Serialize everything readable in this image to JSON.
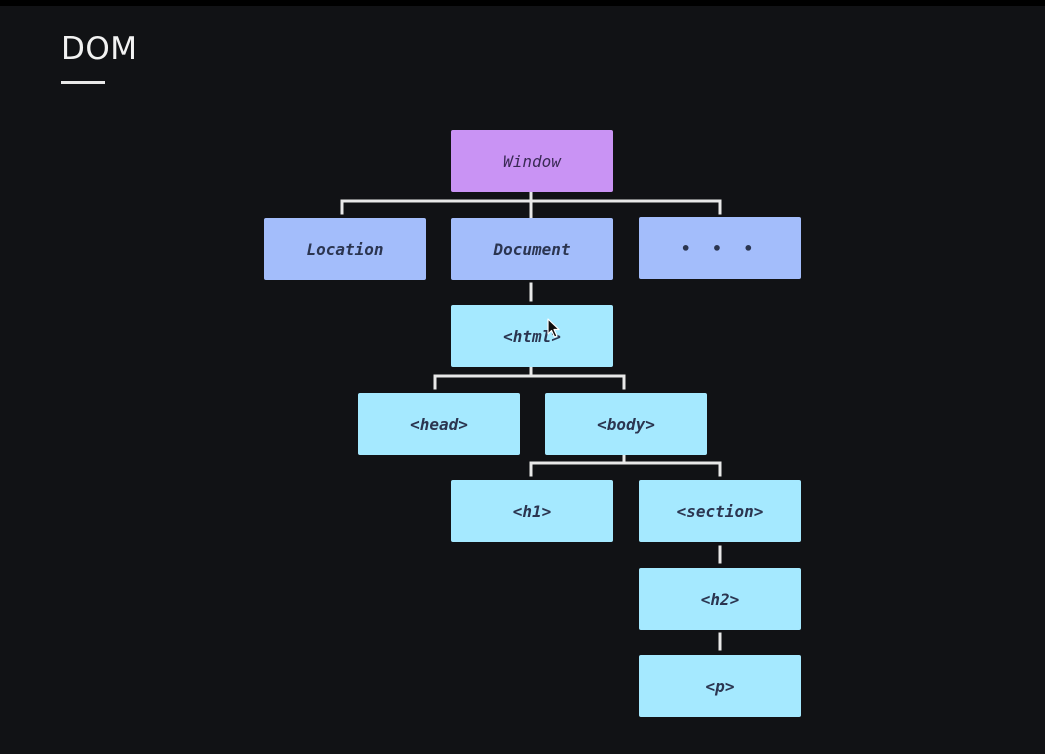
{
  "slide": {
    "title": "DOM"
  },
  "tree": {
    "window": "Window",
    "location": "Location",
    "document": "Document",
    "ellipsis": "• • •",
    "html": "<html>",
    "head": "<head>",
    "body": "<body>",
    "h1": "<h1>",
    "section": "<section>",
    "h2": "<h2>",
    "p": "<p>"
  },
  "colors": {
    "background": "#111215",
    "window_node": "#c993f4",
    "bom_nodes": "#a3bdfb",
    "dom_nodes": "#a5e9ff",
    "connector": "#e8e8e8"
  },
  "icons": {
    "pointer": "mouse-cursor-icon"
  }
}
